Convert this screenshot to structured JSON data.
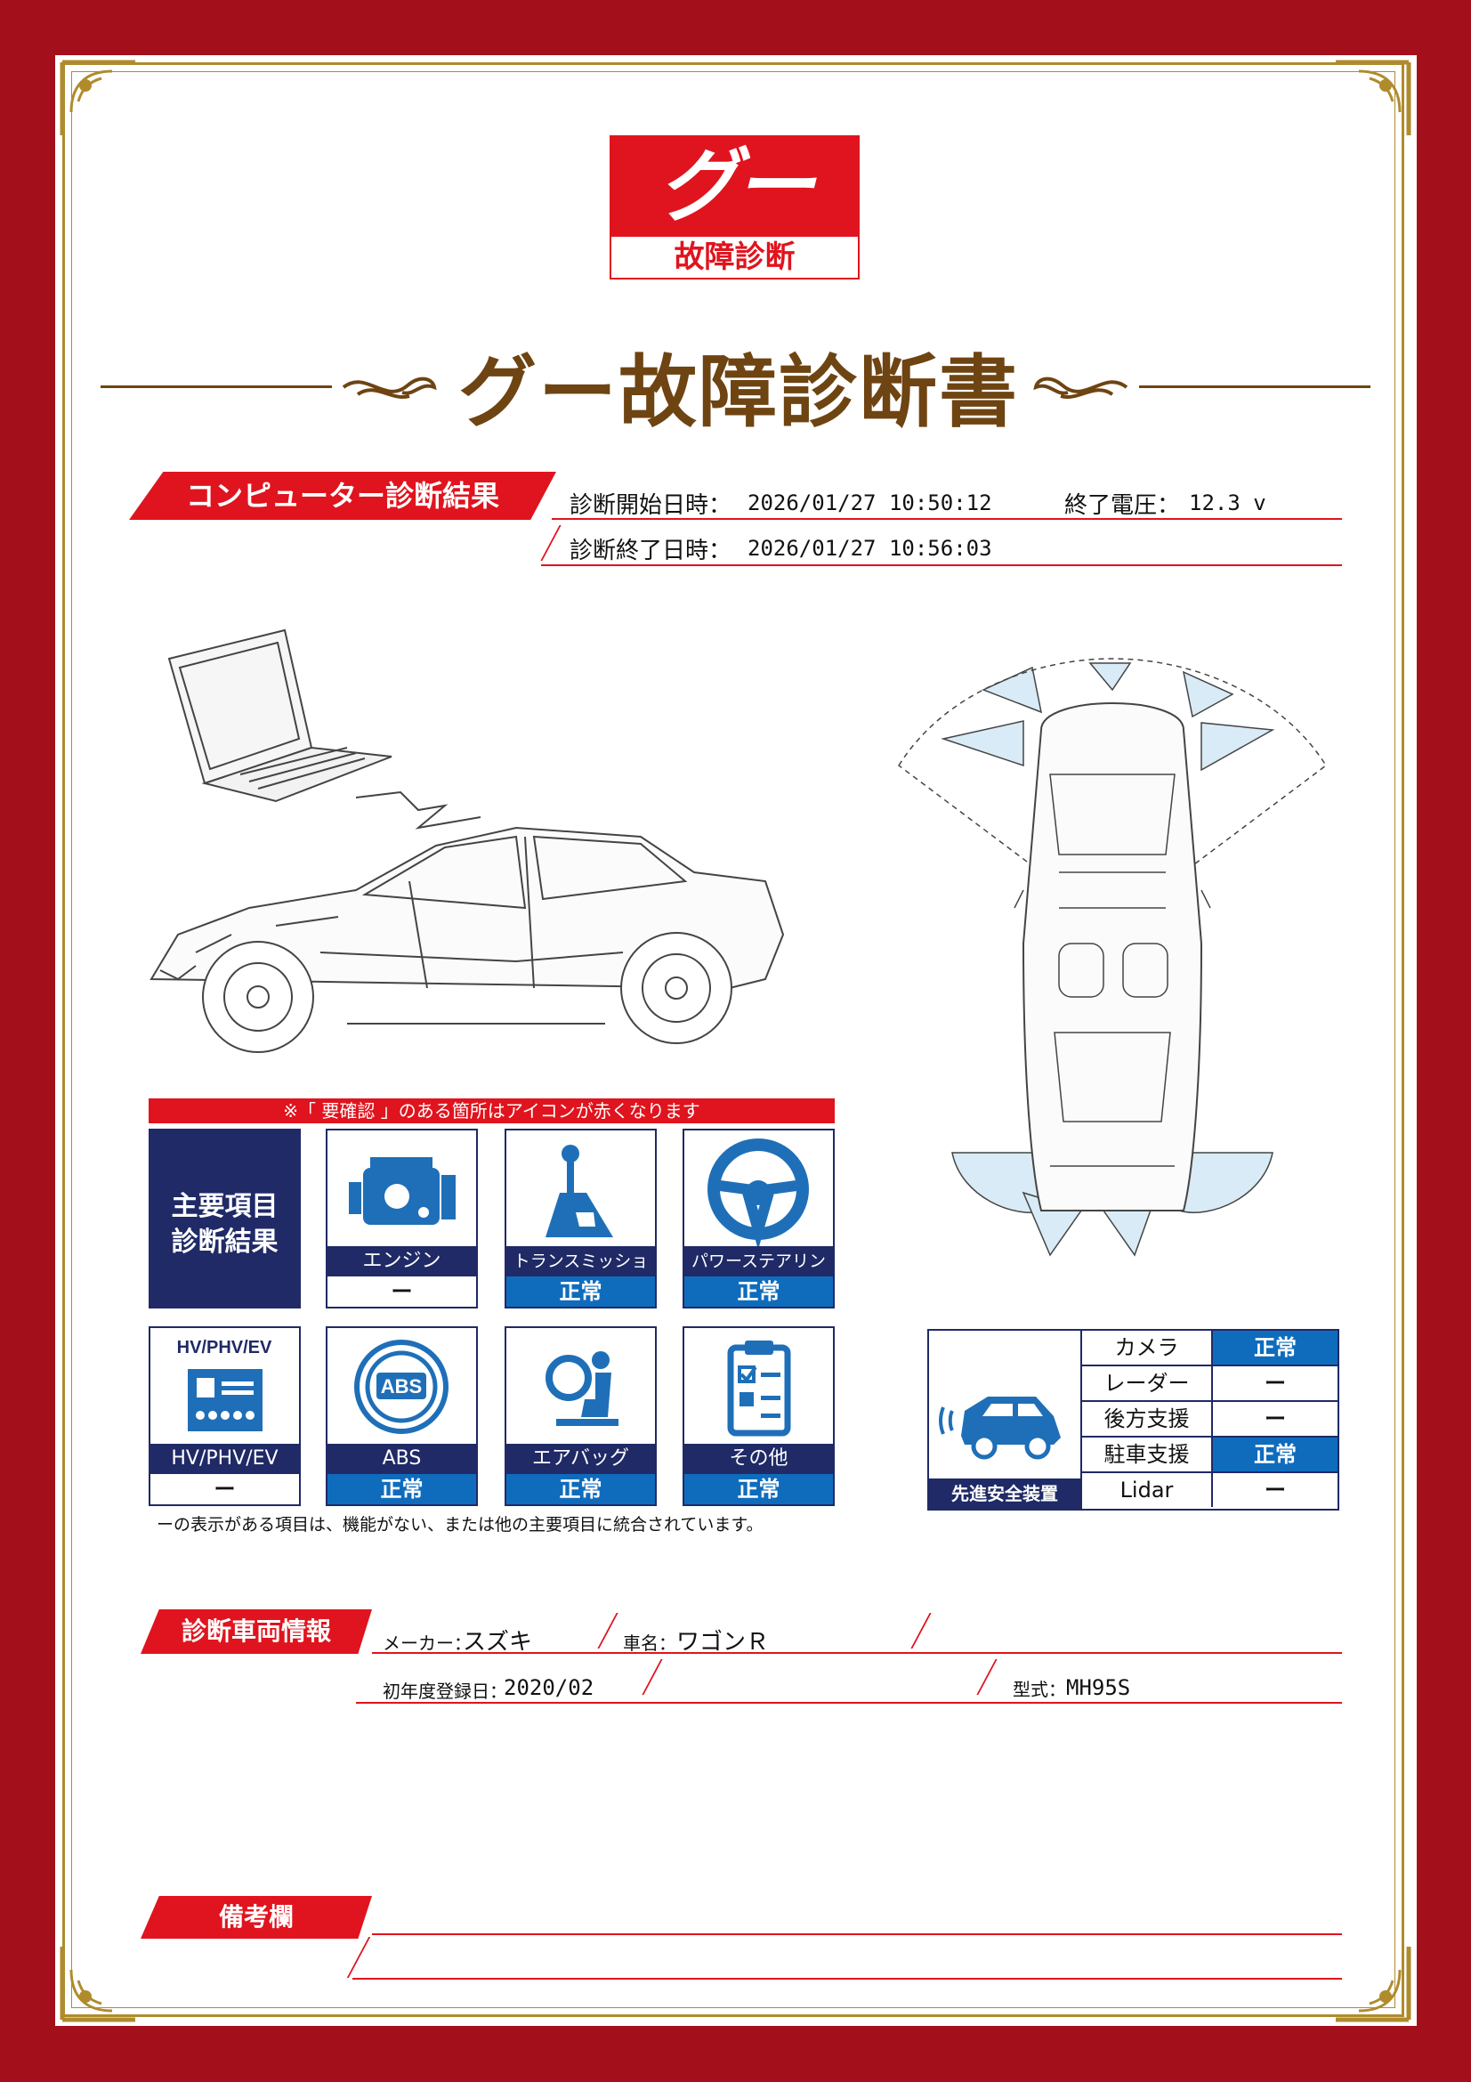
{
  "logo": {
    "mark": "グー",
    "subtitle": "故障診断"
  },
  "document_title": "グー故障診断書",
  "computer_diagnosis": {
    "section_label": "コンピューター診断結果",
    "start_label": "診断開始日時：",
    "start_value": "2026/01/27 10:50:12",
    "voltage_label": "終了電圧：",
    "voltage_value": "12.3 v",
    "end_label": "診断終了日時：",
    "end_value": "2026/01/27 10:56:03"
  },
  "notice": "※「 要確認 」のある箇所はアイコンが赤くなります",
  "main_items": {
    "heading_line1": "主要項目",
    "heading_line2": "診断結果",
    "items": [
      {
        "name": "エンジン",
        "status": "ー",
        "icon": "engine-icon"
      },
      {
        "name": "トランスミッション",
        "status": "正常",
        "icon": "gear-shift-icon"
      },
      {
        "name": "パワーステアリング",
        "status": "正常",
        "icon": "steering-wheel-icon"
      },
      {
        "name": "HV/PHV/EV",
        "status": "ー",
        "icon": "battery-icon",
        "icon_text": "HV/PHV/EV"
      },
      {
        "name": "ABS",
        "status": "正常",
        "icon": "abs-icon",
        "icon_text": "ABS"
      },
      {
        "name": "エアバッグ",
        "status": "正常",
        "icon": "airbag-icon"
      },
      {
        "name": "その他",
        "status": "正常",
        "icon": "clipboard-icon"
      }
    ]
  },
  "footnote": "ーの表示がある項目は、機能がない、または他の主要項目に統合されています。",
  "adas": {
    "label": "先進安全装置",
    "rows": [
      {
        "name": "カメラ",
        "status": "正常"
      },
      {
        "name": "レーダー",
        "status": "ー"
      },
      {
        "name": "後方支援",
        "status": "ー"
      },
      {
        "name": "駐車支援",
        "status": "正常"
      },
      {
        "name": "Lidar",
        "status": "ー"
      }
    ]
  },
  "vehicle_info": {
    "section_label": "診断車両情報",
    "maker_label": "メーカー：",
    "maker_value": "スズキ",
    "model_label": "車名：",
    "model_value": "ワゴンＲ",
    "reg_label": "初年度登録日：",
    "reg_value": "2020/02",
    "type_label": "型式：",
    "type_value": "MH95S"
  },
  "remarks": {
    "section_label": "備考欄"
  },
  "colors": {
    "frame_red": "#a40f1c",
    "accent_red": "#e0141e",
    "navy": "#1f2a66",
    "ok_blue": "#0f6cbd",
    "gold": "#b08b2c",
    "title_brown": "#6e4412"
  }
}
